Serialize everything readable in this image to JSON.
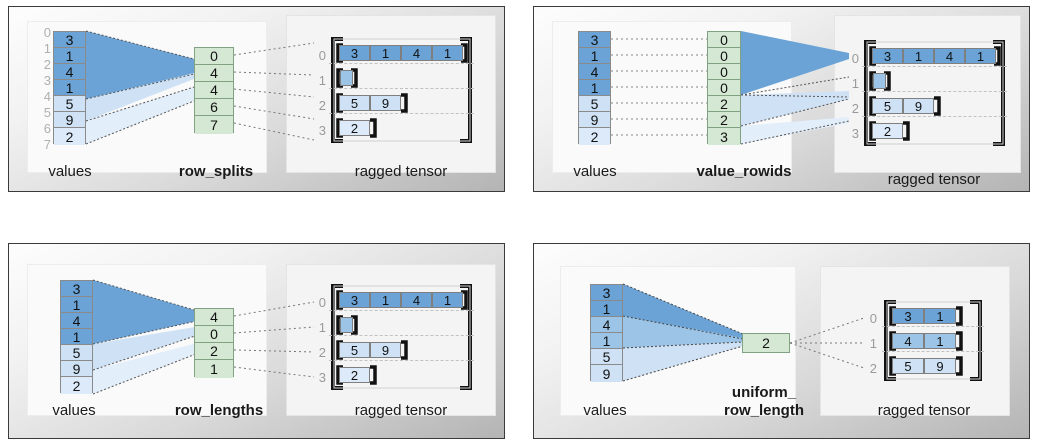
{
  "colors": {
    "value_dark": "#6ba3d6",
    "value_mid": "#9cc4e6",
    "value_light": "#cfe2f5",
    "value_lighter": "#dceafa",
    "green": "#d5e8d4",
    "green_border": "#82a182",
    "frame_border": "#3a3a3a",
    "dash": "#6f6f6f",
    "index_gray": "#b0b0b0"
  },
  "panels": [
    {
      "id": "row-splits",
      "encoding_label": "row_splits",
      "values_label": "values",
      "ragged_label": "ragged tensor",
      "show_value_indices": true,
      "value_indices": [
        "0",
        "1",
        "2",
        "3",
        "4",
        "5",
        "6",
        "7"
      ],
      "values": [
        {
          "v": "3",
          "shade": "dark"
        },
        {
          "v": "1",
          "shade": "dark"
        },
        {
          "v": "4",
          "shade": "dark"
        },
        {
          "v": "1",
          "shade": "dark"
        },
        {
          "v": "5",
          "shade": "light"
        },
        {
          "v": "9",
          "shade": "light"
        },
        {
          "v": "2",
          "shade": "light"
        }
      ],
      "encoding_values": [
        "0",
        "4",
        "4",
        "6",
        "7"
      ],
      "ragged_rows": [
        {
          "index": "0",
          "cells": [
            {
              "v": "3",
              "shade": "dark"
            },
            {
              "v": "1",
              "shade": "dark"
            },
            {
              "v": "4",
              "shade": "dark"
            },
            {
              "v": "1",
              "shade": "dark"
            }
          ]
        },
        {
          "index": "1",
          "cells": []
        },
        {
          "index": "2",
          "cells": [
            {
              "v": "5",
              "shade": "light"
            },
            {
              "v": "9",
              "shade": "light"
            }
          ]
        },
        {
          "index": "3",
          "cells": [
            {
              "v": "2",
              "shade": "light"
            }
          ]
        }
      ]
    },
    {
      "id": "value-rowids",
      "encoding_label": "value_rowids",
      "values_label": "values",
      "ragged_label": "ragged tensor",
      "show_value_indices": false,
      "value_indices": [],
      "values": [
        {
          "v": "3",
          "shade": "dark"
        },
        {
          "v": "1",
          "shade": "dark"
        },
        {
          "v": "4",
          "shade": "dark"
        },
        {
          "v": "1",
          "shade": "dark"
        },
        {
          "v": "5",
          "shade": "light"
        },
        {
          "v": "9",
          "shade": "light"
        },
        {
          "v": "2",
          "shade": "light"
        }
      ],
      "encoding_values": [
        "0",
        "0",
        "0",
        "0",
        "2",
        "2",
        "3"
      ],
      "ragged_rows": [
        {
          "index": "0",
          "cells": [
            {
              "v": "3",
              "shade": "dark"
            },
            {
              "v": "1",
              "shade": "dark"
            },
            {
              "v": "4",
              "shade": "dark"
            },
            {
              "v": "1",
              "shade": "dark"
            }
          ]
        },
        {
          "index": "1",
          "cells": []
        },
        {
          "index": "2",
          "cells": [
            {
              "v": "5",
              "shade": "light"
            },
            {
              "v": "9",
              "shade": "light"
            }
          ]
        },
        {
          "index": "3",
          "cells": [
            {
              "v": "2",
              "shade": "light"
            }
          ]
        }
      ]
    },
    {
      "id": "row-lengths",
      "encoding_label": "row_lengths",
      "values_label": "values",
      "ragged_label": "ragged tensor",
      "show_value_indices": false,
      "value_indices": [],
      "values": [
        {
          "v": "3",
          "shade": "dark"
        },
        {
          "v": "1",
          "shade": "dark"
        },
        {
          "v": "4",
          "shade": "dark"
        },
        {
          "v": "1",
          "shade": "dark"
        },
        {
          "v": "5",
          "shade": "light"
        },
        {
          "v": "9",
          "shade": "light"
        },
        {
          "v": "2",
          "shade": "light"
        }
      ],
      "encoding_values": [
        "4",
        "0",
        "2",
        "1"
      ],
      "ragged_rows": [
        {
          "index": "0",
          "cells": [
            {
              "v": "3",
              "shade": "dark"
            },
            {
              "v": "1",
              "shade": "dark"
            },
            {
              "v": "4",
              "shade": "dark"
            },
            {
              "v": "1",
              "shade": "dark"
            }
          ]
        },
        {
          "index": "1",
          "cells": []
        },
        {
          "index": "2",
          "cells": [
            {
              "v": "5",
              "shade": "light"
            },
            {
              "v": "9",
              "shade": "light"
            }
          ]
        },
        {
          "index": "3",
          "cells": [
            {
              "v": "2",
              "shade": "light"
            }
          ]
        }
      ]
    },
    {
      "id": "uniform-row-length",
      "encoding_label": "uniform_\nrow_length",
      "encoding_label_line1": "uniform_",
      "encoding_label_line2": "row_length",
      "values_label": "values",
      "ragged_label": "ragged tensor",
      "show_value_indices": false,
      "value_indices": [],
      "values": [
        {
          "v": "3",
          "shade": "dark"
        },
        {
          "v": "1",
          "shade": "dark"
        },
        {
          "v": "4",
          "shade": "mid"
        },
        {
          "v": "1",
          "shade": "mid"
        },
        {
          "v": "5",
          "shade": "light"
        },
        {
          "v": "9",
          "shade": "light"
        }
      ],
      "encoding_values": [
        "2"
      ],
      "ragged_rows": [
        {
          "index": "0",
          "cells": [
            {
              "v": "3",
              "shade": "dark"
            },
            {
              "v": "1",
              "shade": "dark"
            }
          ]
        },
        {
          "index": "1",
          "cells": [
            {
              "v": "4",
              "shade": "mid"
            },
            {
              "v": "1",
              "shade": "mid"
            }
          ]
        },
        {
          "index": "2",
          "cells": [
            {
              "v": "5",
              "shade": "light"
            },
            {
              "v": "9",
              "shade": "light"
            }
          ]
        }
      ]
    }
  ]
}
